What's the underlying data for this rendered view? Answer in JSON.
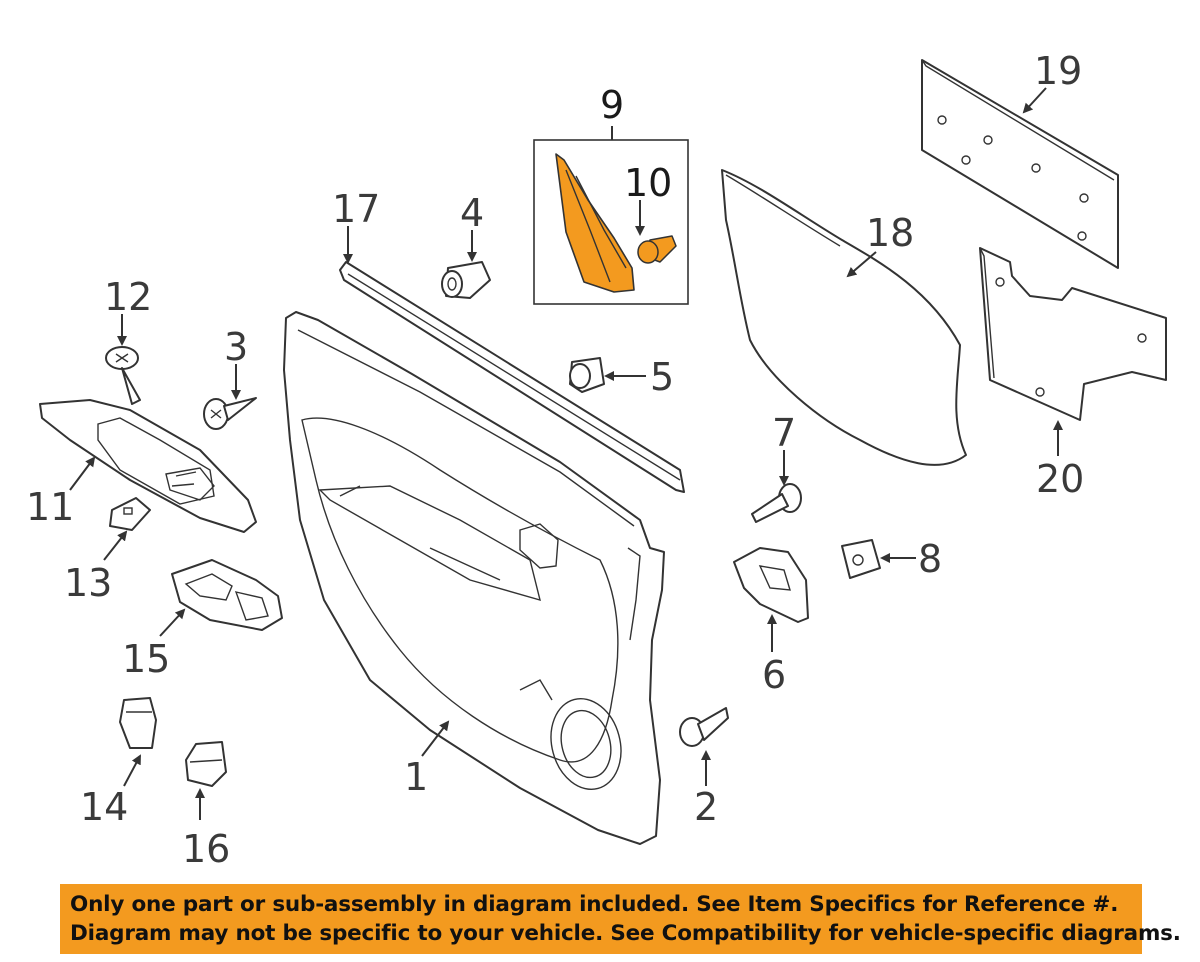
{
  "diagram": {
    "callouts": {
      "c1": "1",
      "c2": "2",
      "c3": "3",
      "c4": "4",
      "c5": "5",
      "c6": "6",
      "c7": "7",
      "c8": "8",
      "c9": "9",
      "c10": "10",
      "c11": "11",
      "c12": "12",
      "c13": "13",
      "c14": "14",
      "c15": "15",
      "c16": "16",
      "c17": "17",
      "c18": "18",
      "c19": "19",
      "c20": "20"
    },
    "colors": {
      "highlight_fill": "#f39a1f",
      "banner_bg": "#f39a1f",
      "line": "#333333"
    }
  },
  "banner": {
    "line1": "Only one part or sub-assembly in diagram included. See Item Specifics for Reference #.",
    "line2": "Diagram may not be specific to your vehicle. See Compatibility for vehicle-specific diagrams."
  }
}
